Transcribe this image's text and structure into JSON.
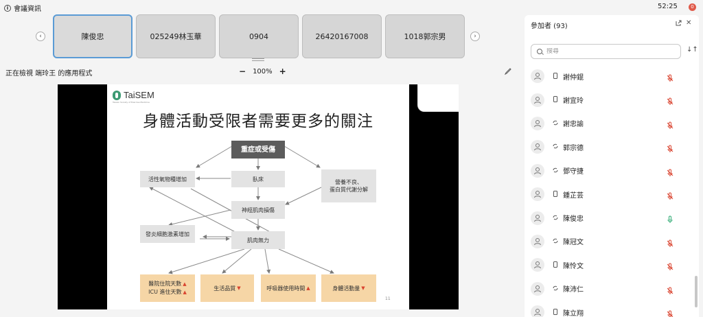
{
  "topbar": {
    "meeting_info_label": "會議資訊",
    "clock": "52:25",
    "record_badge": "0"
  },
  "tiles": [
    {
      "label": "陳俊忠",
      "active": true
    },
    {
      "label": "025249林玉華",
      "active": false
    },
    {
      "label": "0904",
      "active": false
    },
    {
      "label": "26420167008",
      "active": false
    },
    {
      "label": "1018郭宗男",
      "active": false
    }
  ],
  "view": {
    "label": "正在檢視 端玲王 的應用程式",
    "zoom_minus": "−",
    "zoom_level": "100%",
    "zoom_plus": "+"
  },
  "slide": {
    "logo_text": "TaiSEM",
    "logo_sub": "Taiwan Society of Exercise Medicine",
    "title": "身體活動受限者需要更多的關注",
    "boxes": {
      "severe": "重症或受傷",
      "bedrest": "臥床",
      "oxidative": "活性氧物種增加",
      "malnutrition_1": "營養不良、",
      "malnutrition_2": "蛋白質代謝分解",
      "neuromuscular": "神經肌肉損傷",
      "inflammatory": "發炎細胞激素增加",
      "weakness": "肌肉無力",
      "hospital_1": "醫院住院天數",
      "hospital_2": "ICU 進住天數",
      "quality": "生活品質",
      "ventilator": "呼吸器使用時間",
      "activity": "身體活動量"
    },
    "page_number": "11"
  },
  "panel": {
    "title": "參加者 (93)",
    "search_placeholder": "搜尋",
    "participants": [
      {
        "name": "謝仲錕",
        "device": "phone",
        "mic": "muted"
      },
      {
        "name": "謝宜玲",
        "device": "phone",
        "mic": "muted"
      },
      {
        "name": "謝忠諭",
        "device": "sync",
        "mic": "muted"
      },
      {
        "name": "郭宗德",
        "device": "sync",
        "mic": "muted"
      },
      {
        "name": "鄧守捷",
        "device": "sync",
        "mic": "muted"
      },
      {
        "name": "鍾芷芸",
        "device": "phone",
        "mic": "muted"
      },
      {
        "name": "陳俊忠",
        "device": "sync",
        "mic": "active"
      },
      {
        "name": "陳冠文",
        "device": "sync",
        "mic": "muted"
      },
      {
        "name": "陳怜文",
        "device": "phone",
        "mic": "muted"
      },
      {
        "name": "陳沛仁",
        "device": "sync",
        "mic": "muted"
      },
      {
        "name": "陳立翔",
        "device": "phone",
        "mic": "muted"
      }
    ]
  },
  "colors": {
    "active_tile_border": "#5a9bd5",
    "muted_mic": "#d9432f",
    "active_mic": "#2aa870",
    "orange_box": "#f6d6a6",
    "dark_box": "#5c5c5c"
  }
}
